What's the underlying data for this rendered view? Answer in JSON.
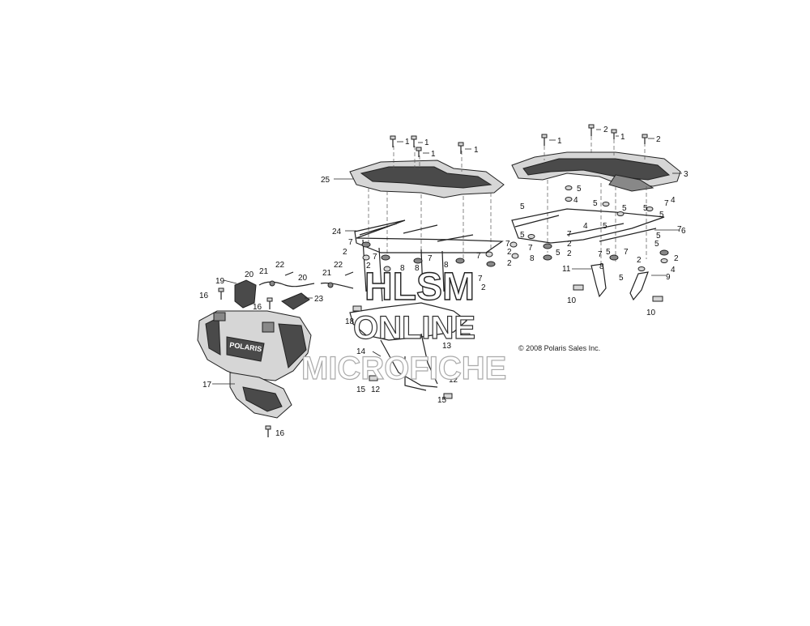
{
  "copyright": "© 2008 Polaris Sales Inc.",
  "watermark": {
    "line1": "HLSM",
    "line2": "ONLINE",
    "line3": "MICROFICHE"
  },
  "callouts": [
    "1",
    "2",
    "3",
    "4",
    "5",
    "6",
    "7",
    "8",
    "9",
    "10",
    "11",
    "12",
    "13",
    "14",
    "15",
    "16",
    "17",
    "18",
    "19",
    "20",
    "21",
    "22",
    "23",
    "24",
    "25"
  ],
  "bumper_emblem": "POLARIS"
}
